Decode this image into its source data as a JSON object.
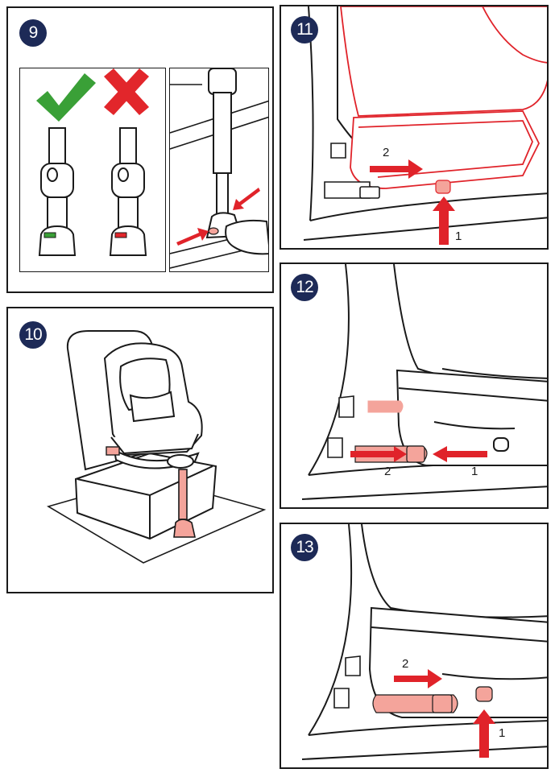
{
  "steps": {
    "s9": "9",
    "s10": "10",
    "s11": "11",
    "s12": "12",
    "s13": "13"
  },
  "arrow_labels": {
    "s11_a": "1",
    "s11_b": "2",
    "s12_a": "1",
    "s12_b": "2",
    "s13_a": "1",
    "s13_b": "2"
  },
  "colors": {
    "badge": "#1d2a57",
    "correct": "#3aa037",
    "wrong": "#e2262b",
    "accent_red": "#e0232a",
    "part_pink": "#f4a49b",
    "line": "#1a1a1a"
  },
  "icons": {
    "correct": "checkmark-icon",
    "wrong": "cross-icon"
  }
}
